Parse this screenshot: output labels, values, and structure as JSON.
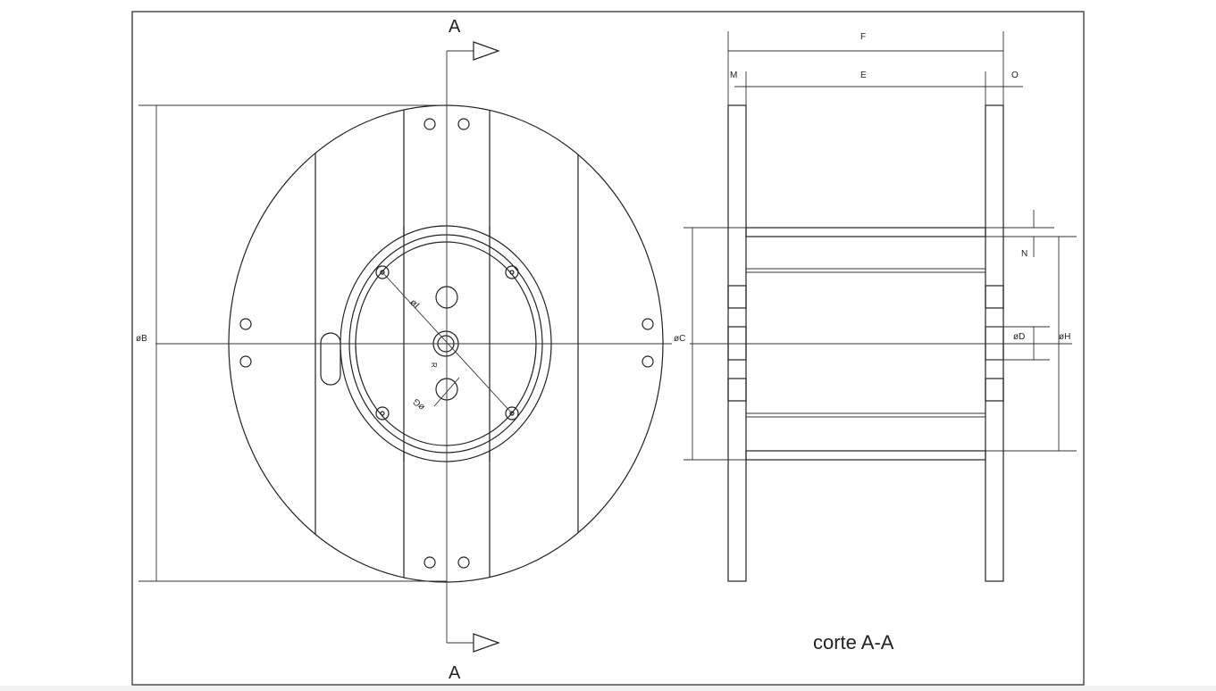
{
  "drawing": {
    "section_marker_top": "A",
    "section_marker_bottom": "A",
    "section_caption": "corte A-A",
    "front_view_labels": {
      "diameter_b": "øB",
      "diameter_i": "øI",
      "radius_r": "R",
      "diameter_g": "øG"
    },
    "section_view_labels": {
      "overall_width": "F",
      "inner_width": "E",
      "flange_left": "M",
      "flange_right": "O",
      "barrel_thickness": "N",
      "diameter_c": "øC",
      "diameter_d": "øD",
      "diameter_h": "øH"
    }
  }
}
